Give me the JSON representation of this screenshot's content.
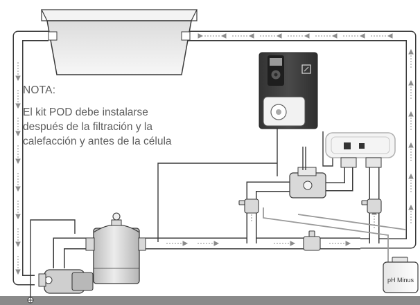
{
  "note": {
    "title": "NOTA:",
    "lines": [
      "El kit POD debe instalarse",
      "después de la filtración y la",
      "calefacción y antes de la célula"
    ]
  },
  "container_label": "pH Minus",
  "colors": {
    "pipe_fill": "#ffffff",
    "pipe_stroke": "#3a3a3a",
    "flow_arrow": "#8c8c8c",
    "ground": "#8a8a8a",
    "controller_body": "#3f3f3f",
    "equipment_gray": "#d9d9d9",
    "note_text": "#5e5e5e"
  },
  "icons": {
    "pool": "pool-basin-icon",
    "controller": "control-unit-icon",
    "pump": "pump-icon",
    "filter": "filter-tank-icon",
    "injection": "pod-injection-icon",
    "cell": "electrolysis-cell-icon",
    "container": "ph-canister-icon",
    "valve": "ball-valve-icon"
  }
}
